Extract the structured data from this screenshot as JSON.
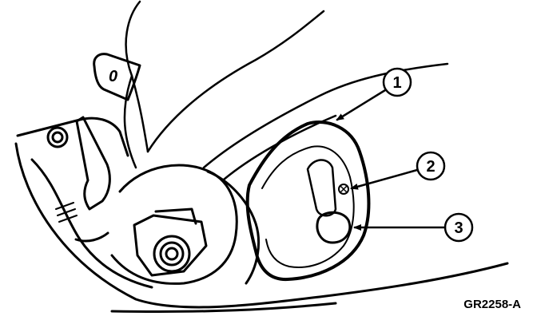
{
  "figure": {
    "id": "GR2258-A",
    "bracket_mark": "0",
    "callouts": [
      {
        "number": "1"
      },
      {
        "number": "2"
      },
      {
        "number": "3"
      }
    ]
  },
  "colors": {
    "line": "#000000",
    "background": "#ffffff"
  }
}
